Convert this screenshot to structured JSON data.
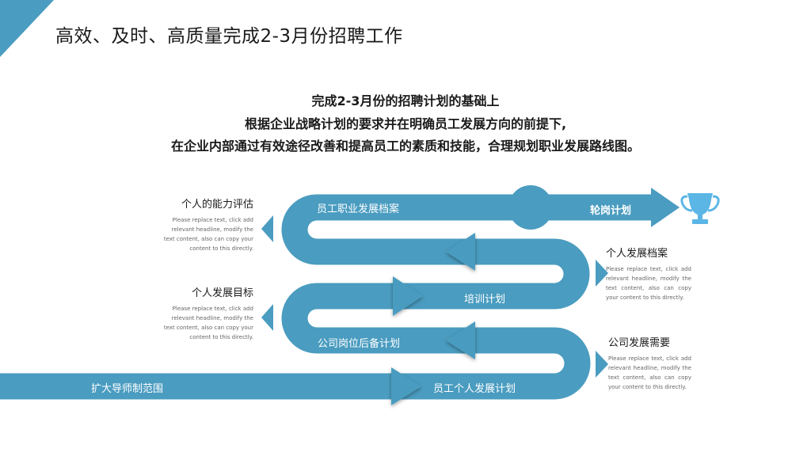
{
  "page": {
    "title": "高效、及时、高质量完成2-3月份招聘工作",
    "intro": [
      "完成2-3月份的招聘计划的基础上",
      "根据企业战略计划的要求并在明确员工发展方向的前提下,",
      "在企业内部通过有效途径改善和提高员工的素质和技能，合理规划职业发展路线图。"
    ]
  },
  "road_labels": {
    "archive": "员工职业发展档案",
    "rotation": "轮岗计划",
    "training": "培训计划",
    "succession": "公司岗位后备计划",
    "personal_plan": "员工个人发展计划",
    "mentor": "扩大导师制范围"
  },
  "notes": {
    "ability": {
      "title": "个人的能力评估",
      "body": "Please replace text, click add relevant headline, modify the text content, also can copy your content to this directly."
    },
    "goal": {
      "title": "个人发展目标",
      "body": "Please replace text, click add relevant headline, modify the text content, also can copy your content to this directly."
    },
    "archive": {
      "title": "个人发展档案",
      "body": "Please replace text, click add relevant headline, modify the text content, also can copy your content to this directly."
    },
    "needs": {
      "title": "公司发展需要",
      "body": "Please replace text, click add relevant headline, modify the text content, also can copy your content to this directly."
    }
  },
  "icons": {
    "goal": "trophy-icon",
    "pointer": "triangle-pointer-icon"
  },
  "colors": {
    "accent": "#4a9cc0",
    "trophy": "#5bb6e6"
  }
}
